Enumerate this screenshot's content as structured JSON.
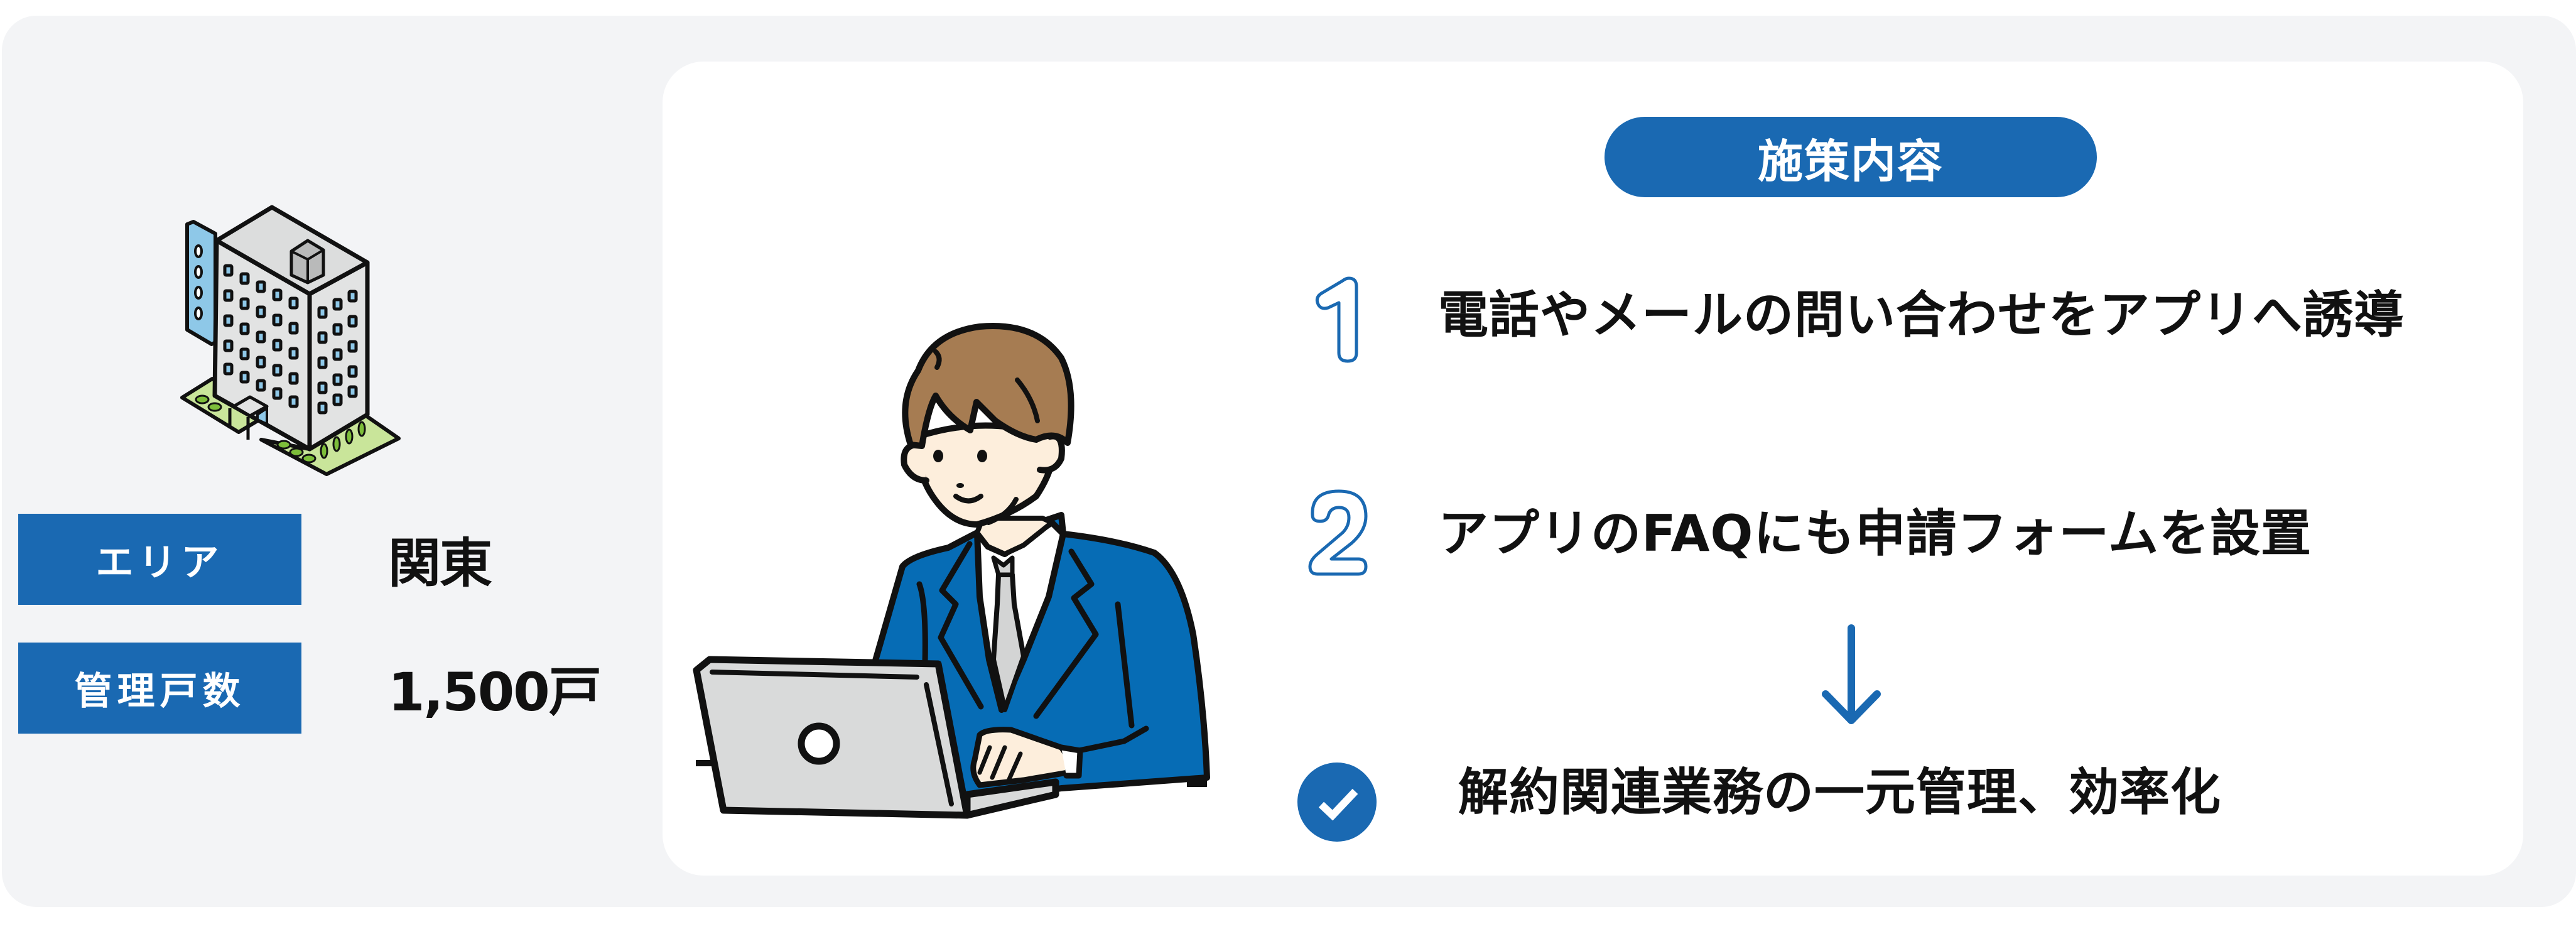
{
  "colors": {
    "accent": "#1A69B2",
    "panel_bg": "#F3F4F6",
    "card_bg": "#FFFFFF",
    "text": "#111111"
  },
  "property": {
    "icon": "office-building-icon",
    "rows": [
      {
        "label": "エリア",
        "value": "関東"
      },
      {
        "label": "管理戸数",
        "value": "1,500戸"
      }
    ]
  },
  "measures": {
    "title": "施策内容",
    "illustration": "businessman-laptop-illustration",
    "steps": [
      {
        "number": "1",
        "text": "電話やメールの問い合わせをアプリへ誘導"
      },
      {
        "number": "2",
        "text": "アプリのFAQにも申請フォームを設置"
      }
    ],
    "arrow_icon": "arrow-down-icon",
    "result": {
      "icon": "check-circle-icon",
      "text": "解約関連業務の一元管理、効率化"
    }
  }
}
